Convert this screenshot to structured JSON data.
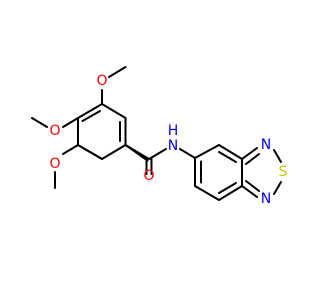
{
  "molecule": {
    "atom_labels": {
      "o_top": "O",
      "o_upper_left": "O",
      "o_lower_left": "O",
      "o_carbonyl": "O",
      "nh_n": "N",
      "nh_h": "H",
      "n_thiadiazole_top": "N",
      "s_thiadiazole": "S",
      "n_thiadiazole_bottom": "N"
    },
    "colors": {
      "oxygen": "#ff0000",
      "nitrogen": "#0000ff",
      "sulfur": "#c8c800",
      "bond": "#000000"
    }
  }
}
